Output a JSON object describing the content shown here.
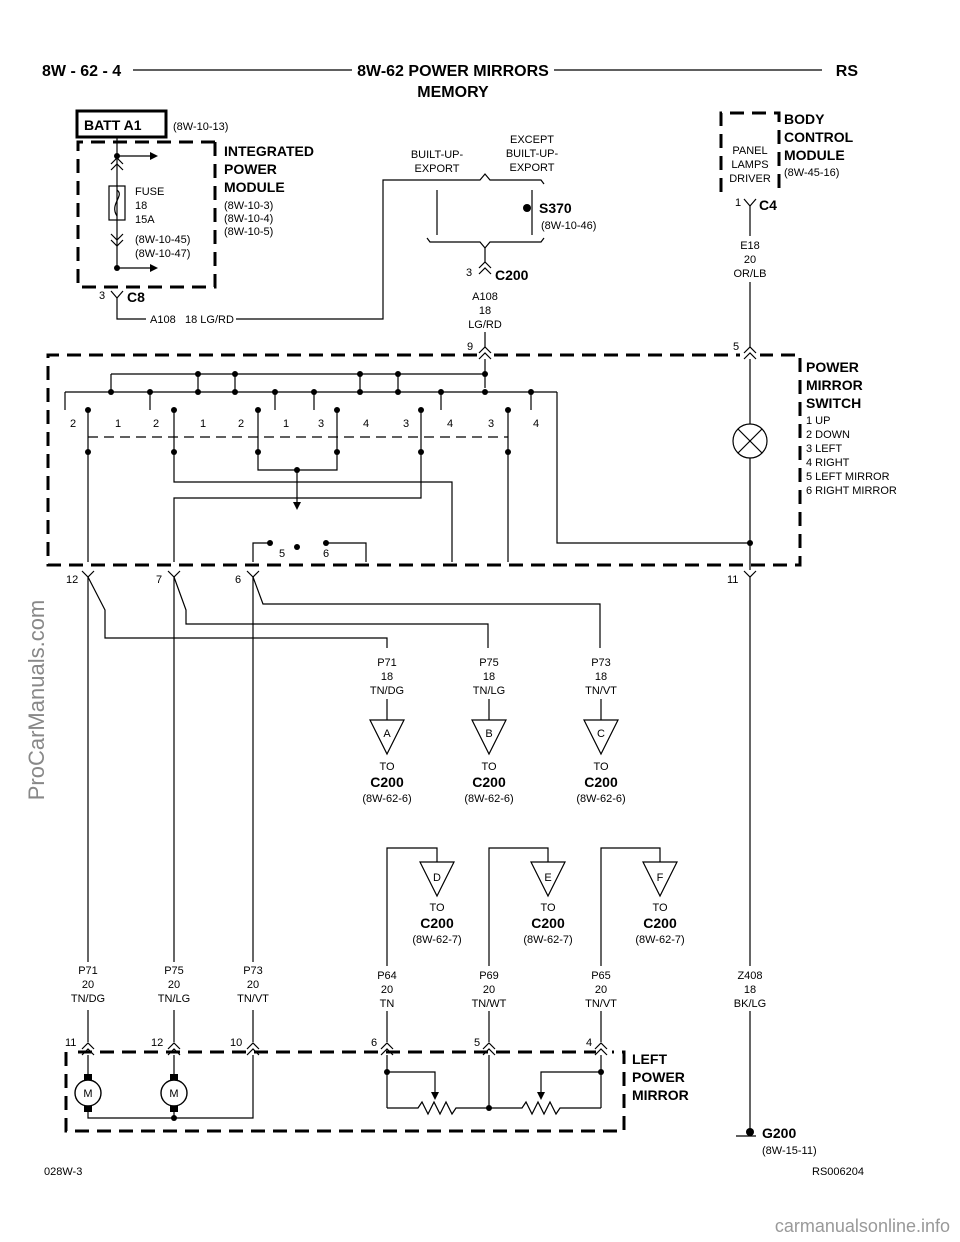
{
  "header": {
    "page_left": "8W - 62 - 4",
    "title_line1": "8W-62 POWER MIRRORS",
    "title_line2": "MEMORY",
    "page_right": "RS"
  },
  "batt": {
    "label": "BATT A1",
    "ref": "(8W-10-13)"
  },
  "ipm": {
    "title": [
      "INTEGRATED",
      "POWER",
      "MODULE"
    ],
    "refs": [
      "(8W-10-3)",
      "(8W-10-4)",
      "(8W-10-5)"
    ],
    "fuse": [
      "FUSE",
      "18",
      "15A",
      "(8W-10-45)",
      "(8W-10-47)"
    ],
    "pin": "3",
    "connector": "C8"
  },
  "wire_a108_main": {
    "code": "A108",
    "gauge_color": "18 LG/RD"
  },
  "options": {
    "built_up": [
      "BUILT-UP-",
      "EXPORT"
    ],
    "except": [
      "EXCEPT",
      "BUILT-UP-",
      "EXPORT"
    ]
  },
  "splice": {
    "name": "S370",
    "ref": "(8W-10-46)"
  },
  "c200": {
    "pin": "3",
    "name": "C200",
    "wire": [
      "A108",
      "18",
      "LG/RD"
    ]
  },
  "bcm": {
    "title": [
      "BODY",
      "CONTROL",
      "MODULE"
    ],
    "ref": "(8W-45-16)",
    "driver": [
      "PANEL",
      "LAMPS",
      "DRIVER"
    ],
    "pin": "1",
    "connector": "C4",
    "wire": [
      "E18",
      "20",
      "OR/LB"
    ]
  },
  "switch": {
    "title": [
      "POWER",
      "MIRROR",
      "SWITCH"
    ],
    "legend": [
      "1 UP",
      "2 DOWN",
      "3 LEFT",
      "4 RIGHT",
      "5 LEFT MIRROR",
      "6 RIGHT MIRROR"
    ],
    "contacts": [
      "2",
      "1",
      "2",
      "1",
      "2",
      "1",
      "3",
      "4",
      "3",
      "4",
      "3",
      "4"
    ],
    "pins_top": [
      "9",
      "5"
    ],
    "pins_bottom": [
      "12",
      "7",
      "6",
      "11"
    ],
    "selector": [
      "5",
      "6"
    ]
  },
  "splices_up": [
    {
      "wire": [
        "P71",
        "18",
        "TN/DG"
      ],
      "letter": "A",
      "to": "TO",
      "conn": "C200",
      "ref": "(8W-62-6)"
    },
    {
      "wire": [
        "P75",
        "18",
        "TN/LG"
      ],
      "letter": "B",
      "to": "TO",
      "conn": "C200",
      "ref": "(8W-62-6)"
    },
    {
      "wire": [
        "P73",
        "18",
        "TN/VT"
      ],
      "letter": "C",
      "to": "TO",
      "conn": "C200",
      "ref": "(8W-62-6)"
    }
  ],
  "splices_down": [
    {
      "letter": "D",
      "to": "TO",
      "conn": "C200",
      "ref": "(8W-62-7)"
    },
    {
      "letter": "E",
      "to": "TO",
      "conn": "C200",
      "ref": "(8W-62-7)"
    },
    {
      "letter": "F",
      "to": "TO",
      "conn": "C200",
      "ref": "(8W-62-7)"
    }
  ],
  "mirror_wires": [
    {
      "wire": [
        "P71",
        "20",
        "TN/DG"
      ],
      "pin": "11"
    },
    {
      "wire": [
        "P75",
        "20",
        "TN/LG"
      ],
      "pin": "12"
    },
    {
      "wire": [
        "P73",
        "20",
        "TN/VT"
      ],
      "pin": "10"
    },
    {
      "wire": [
        "P64",
        "20",
        "TN"
      ],
      "pin": "6"
    },
    {
      "wire": [
        "P69",
        "20",
        "TN/WT"
      ],
      "pin": "5"
    },
    {
      "wire": [
        "P65",
        "20",
        "TN/VT"
      ],
      "pin": "4"
    }
  ],
  "ground_wire": [
    "Z408",
    "18",
    "BK/LG"
  ],
  "mirror": {
    "title": [
      "LEFT",
      "POWER",
      "MIRROR"
    ],
    "motor": "M"
  },
  "ground": {
    "name": "G200",
    "ref": "(8W-15-11)"
  },
  "footer": {
    "left": "028W-3",
    "right": "RS006204"
  },
  "watermarks": {
    "side": "ProCarManuals.com",
    "bottom": "carmanualsonline.info"
  }
}
